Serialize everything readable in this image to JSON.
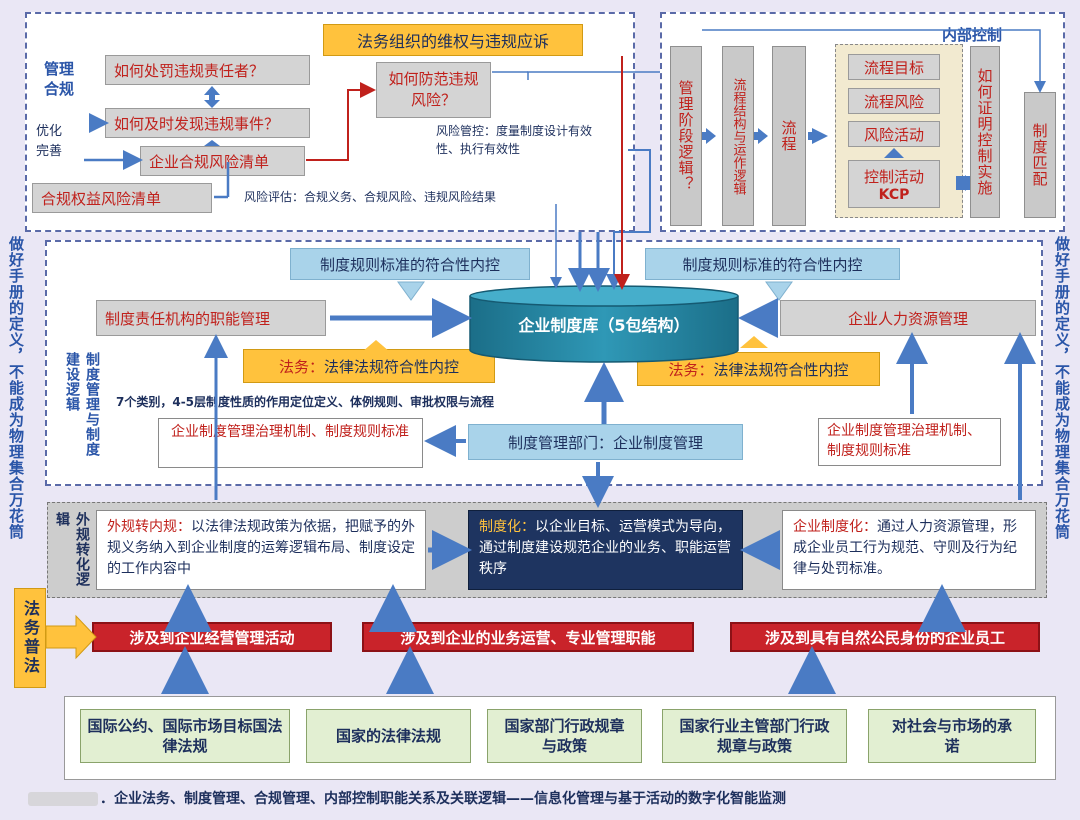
{
  "compliance": {
    "title": "法务组织的维权与违规应诉",
    "side_label": "管理 合规",
    "punish": "如何处罚违规责任者？",
    "detect": "如何及时发现违规事件？",
    "prevent": "如何防范违规风险？",
    "risk_list": "企业合规风险清单",
    "rights_list": "合规权益风险清单",
    "optimize": "优化完善",
    "risk_control_note": "风险管控：度量制度设计有效性、执行有效性",
    "risk_assess_note": "风险评估：合规义务、合规风险、违规风险结果"
  },
  "internal_control": {
    "title": "内部控制",
    "stage_logic": "管理阶段逻辑？",
    "process_structure": "流程结构与运作逻辑",
    "process": "流程",
    "goal": "流程目标",
    "risk": "流程风险",
    "risk_activity": "风险活动",
    "control_activity": "控制活动",
    "kcp": "KCP",
    "prove": "如何证明控制实施",
    "match": "制度匹配"
  },
  "side_left": "做好手册的定义，不能成为物理集合万花筒",
  "side_right": "做好手册的定义，不能成为物理集合万花筒",
  "center": {
    "label_left": "制度管理与制度建设逻辑",
    "conformity_left": "制度规则标准的符合性内控",
    "conformity_right": "制度规则标准的符合性内控",
    "library": "企业制度库（5包结构）",
    "duty": "制度责任机构的职能管理",
    "hr": "企业人力资源管理",
    "legal_left_prefix": "法务：",
    "legal_left_rest": "法律法规符合性内控",
    "legal_right_prefix": "法务：",
    "legal_right_rest": "法律法规符合性内控",
    "categories_note": "7个类别，4-5层制度性质的作用定位定义、体例规则、审批权限与流程",
    "gov_left": "企业制度管理治理机制、制度规则标准",
    "dept": "制度管理部门：企业制度管理",
    "gov_right": "企业制度管理治理机制、制度规则标准"
  },
  "transform": {
    "label": "外规转化逻辑",
    "external_title": "外规转内规：",
    "external_body": "以法律法规政策为依据，把赋予的外规义务纳入到企业制度的运筹逻辑布局、制度设定的工作内容中",
    "system_title": "制度化：",
    "system_body": "以企业目标、运营模式为导向，通过制度建设规范企业的业务、职能运营秩序",
    "enterprise_title": "企业制度化：",
    "enterprise_body": "通过人力资源管理，形成企业员工行为规范、守则及行为纪律与处罚标准。"
  },
  "legal_popularize": "法务普法",
  "red_row": [
    "涉及到企业经营管理活动",
    "涉及到企业的业务运营、专业管理职能",
    "涉及到具有自然公民身份的企业员工"
  ],
  "sources": [
    "国际公约、国际市场目标国法律法规",
    "国家的法律法规",
    "国家部门行政规章与政策",
    "国家行业主管部门行政规章与政策",
    "对社会与市场的承诺"
  ],
  "caption": "企业法务、制度管理、合规管理、内部控制职能关系及关联逻辑——信息化管理与基于活动的数字化智能监测",
  "colors": {
    "arrow_blue": "#4a7bc4",
    "red_text": "#c0211c",
    "navy": "#1e3460"
  }
}
